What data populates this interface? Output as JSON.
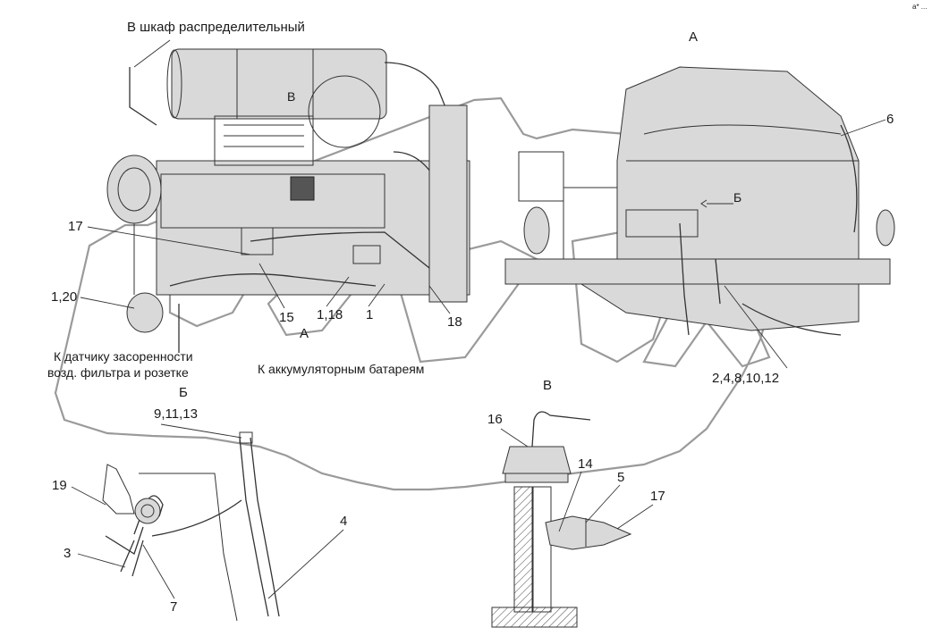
{
  "corner_mark": "a* ...",
  "views": {
    "top": {
      "dest_cabinet": "В шкаф распределительный",
      "view_A": "А",
      "view_B_cyr": "Б",
      "view_V": "В",
      "to_batteries": "К аккумуляторным батареям",
      "to_sensor_line1": "К датчику засоренности",
      "to_sensor_line2": "возд. фильтра и розетке"
    },
    "left_labels": {
      "p17": "17",
      "p1_20": "1,20",
      "p15": "15",
      "pA": "А",
      "p1_18": "1,18",
      "p1": "1",
      "p18": "18",
      "pB": "В"
    },
    "right_labels": {
      "p6": "6",
      "arrow_B": "Б",
      "p_group": "2,4,8,10,12",
      "view_V": "В"
    },
    "detail_B": {
      "title": "Б",
      "p9_11_13": "9,11,13",
      "p19": "19",
      "p3": "3",
      "p7": "7",
      "p4": "4"
    },
    "detail_V": {
      "p16": "16",
      "p14": "14",
      "p5": "5",
      "p17": "17"
    }
  }
}
